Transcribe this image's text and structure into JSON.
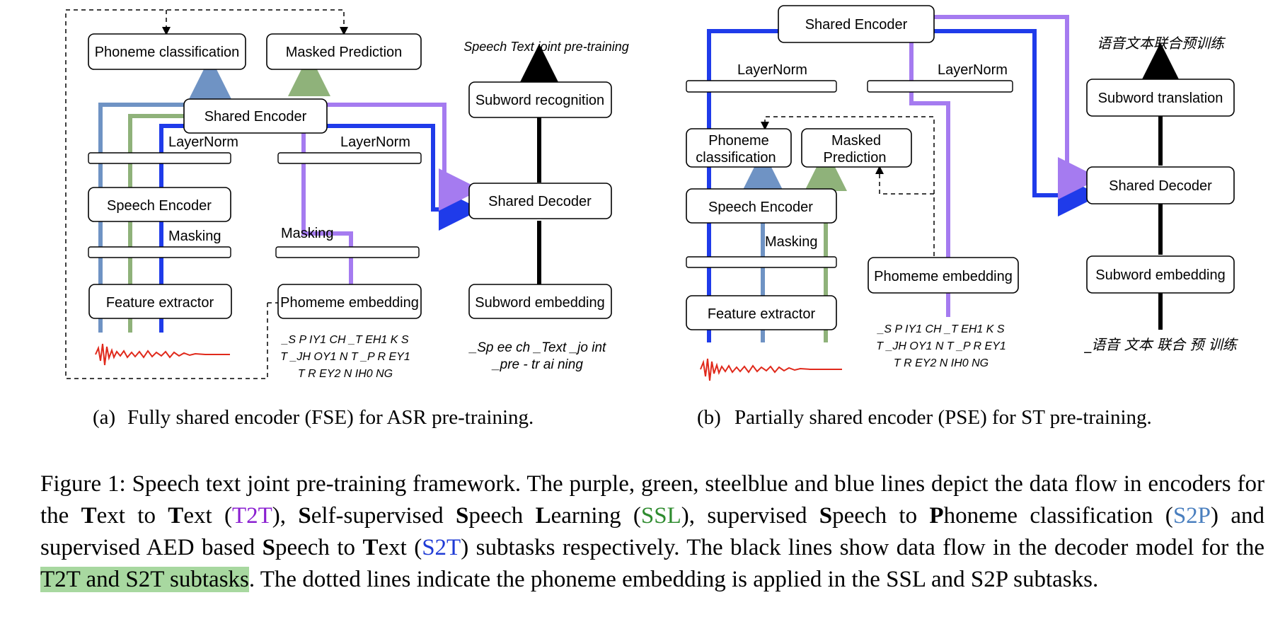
{
  "colors": {
    "purple_flow": "#a57bf0",
    "green_flow": "#8fb27a",
    "steelblue_flow": "#6f93c4",
    "blue_flow": "#1f3bea",
    "decoder_flow": "#000000",
    "waveform": "#e0291b",
    "caption_highlight": "#a8d8a0"
  },
  "panel_a": {
    "phoneme_classification": "Phoneme classification",
    "masked_prediction": "Masked Prediction",
    "shared_encoder": "Shared Encoder",
    "layernorm_left": "LayerNorm",
    "layernorm_right": "LayerNorm",
    "speech_encoder": "Speech Encoder",
    "masking_left": "Masking",
    "masking_right": "Masking",
    "feature_extractor": "Feature extractor",
    "phoneme_embedding": "Phomeme embedding",
    "phoneme_tokens": [
      "_S P IY1 CH _T EH1 K S",
      "T _JH OY1 N T _P R EY1",
      "T R EY2 N IH0 NG"
    ],
    "decoder_title": "Speech Text joint pre-training",
    "subword_recognition": "Subword recognition",
    "shared_decoder": "Shared Decoder",
    "subword_embedding": "Subword embedding",
    "subword_tokens": [
      "_Sp ee ch _Text _jo int",
      "_pre - tr ai ning"
    ],
    "caption_label": "(a)",
    "caption_text": "Fully shared encoder (FSE) for ASR pre-training."
  },
  "panel_b": {
    "shared_encoder": "Shared Encoder",
    "layernorm_left": "LayerNorm",
    "layernorm_right": "LayerNorm",
    "phoneme_classification_l1": "Phoneme",
    "phoneme_classification_l2": "classification",
    "masked_prediction_l1": "Masked",
    "masked_prediction_l2": "Prediction",
    "speech_encoder": "Speech Encoder",
    "masking": "Masking",
    "feature_extractor": "Feature extractor",
    "phoneme_embedding": "Phomeme embedding",
    "phoneme_tokens": [
      "_S P IY1 CH _T EH1 K S",
      "T _JH OY1 N T _P R EY1",
      "T R EY2 N IH0 NG"
    ],
    "decoder_title": "语音文本联合预训练",
    "subword_translation": "Subword translation",
    "shared_decoder": "Shared Decoder",
    "subword_embedding": "Subword embedding",
    "subword_tokens": "_语音 文本 联合 预 训练",
    "caption_label": "(b)",
    "caption_text": "Partially shared encoder (PSE) for ST pre-training."
  },
  "caption": {
    "prefix": "Figure 1: Speech text joint pre-training framework. The purple, green, steelblue and blue lines depict the data flow in encoders for the ",
    "t2t_b1": "T",
    "t2t_r1": "ext to ",
    "t2t_b2": "T",
    "t2t_r2": "ext (",
    "t2t_tag": "T2T",
    "sep1": "), ",
    "ssl_b1": "S",
    "ssl_r1": "elf-supervised ",
    "ssl_b2": "S",
    "ssl_r2": "peech ",
    "ssl_b3": "L",
    "ssl_r3": "earning (",
    "ssl_tag": "SSL",
    "sep2": "), supervised ",
    "s2p_b1": "S",
    "s2p_r1": "peech to ",
    "s2p_b2": "P",
    "s2p_r2": "honeme classification (",
    "s2p_tag": "S2P",
    "sep3": ") and supervised AED based ",
    "s2t_b1": "S",
    "s2t_r1": "peech to ",
    "s2t_b2": "T",
    "s2t_r2": "ext (",
    "s2t_tag": "S2T",
    "sep4": ") subtasks respectively. The black lines show data flow in the decoder model for the ",
    "highlight": "T2T and S2T subtasks",
    "suffix": ". The dotted lines indicate the phoneme embedding is applied in the SSL and S2P subtasks."
  }
}
